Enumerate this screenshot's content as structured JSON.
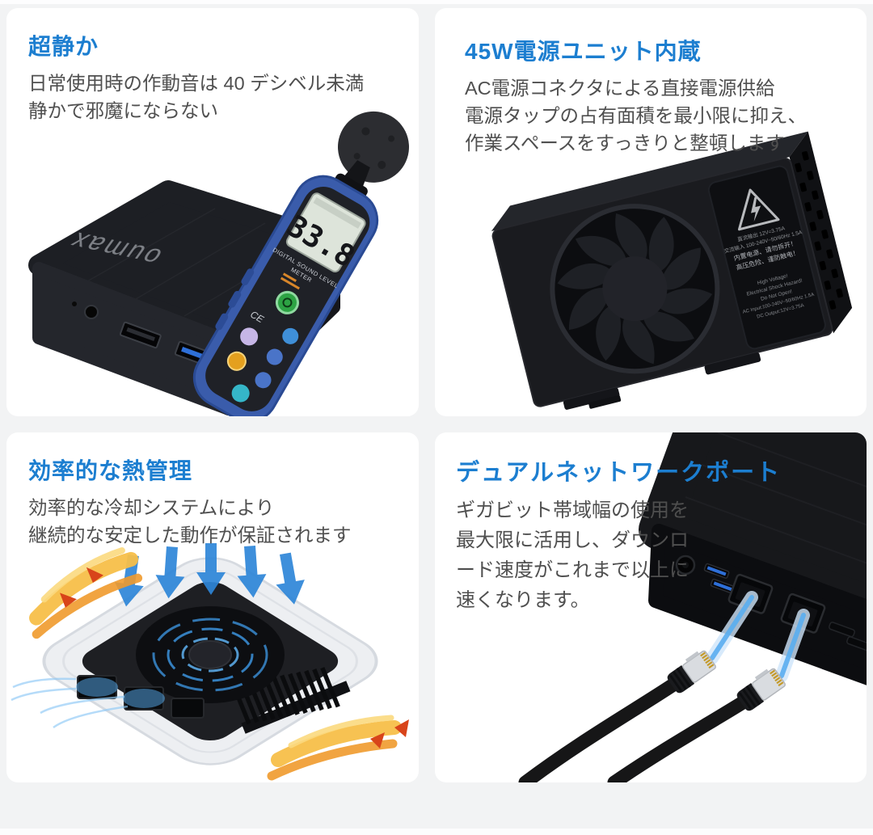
{
  "page": {
    "accent_blue": "#1c7ed0",
    "body_text_color": "#4f4f4f",
    "background": "#f2f3f4",
    "card_background": "#ffffff"
  },
  "cards": {
    "quiet": {
      "title": "超静か",
      "lines": [
        "日常使用時の作動音は 40 デシベル未満",
        "静かで邪魔にならない"
      ]
    },
    "psu": {
      "title": "45W電源ユニット内蔵",
      "lines": [
        "AC電源コネクタによる直接電源供給",
        "電源タップの占有面積を最小限に抑え、",
        "作業スペースをすっきりと整頓します"
      ]
    },
    "thermal": {
      "title": "効率的な熱管理",
      "lines": [
        "効率的な冷却システムにより",
        "継続的な安定した動作が保証されます"
      ]
    },
    "network": {
      "title": "デュアルネットワークポート",
      "lines": [
        "ギガビット帯域幅の使用を",
        "最大限に活用し、ダウンロ",
        "ード速度がこれまで以上に",
        "速くなります。"
      ]
    }
  },
  "quiet_illustration": {
    "pc_logo": "oumax",
    "meter_reading": "33.8",
    "meter_label_line1": "DIGITAL SOUND LEVEL",
    "meter_label_line2": "METER",
    "ce_mark": "CE"
  },
  "psu_illustration": {
    "label_cn": [
      "直流输出 12V=3.75A",
      "交流输入 100-240V~50/60Hz 1.5A",
      "内置电源、请勿拆开！",
      "高压危险、谨防触电！"
    ],
    "label_en": [
      "High Voltage!",
      "Electrical Shock Hazard!",
      "Do Not Open!",
      "AC Input:100-240V~50/60Hz 1.5A",
      "DC Output:12V=3.75A"
    ]
  }
}
